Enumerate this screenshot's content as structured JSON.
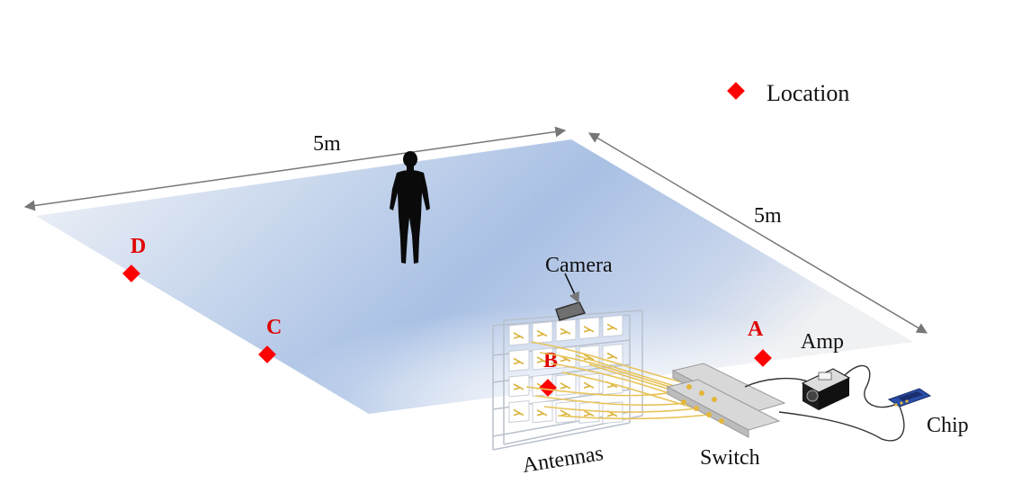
{
  "legend": {
    "label": "Location",
    "marker_color": "#ff0000"
  },
  "dimensions": {
    "width_label": "5m",
    "depth_label": "5m"
  },
  "locations": [
    {
      "id": "A",
      "label": "A"
    },
    {
      "id": "B",
      "label": "B"
    },
    {
      "id": "C",
      "label": "C"
    },
    {
      "id": "D",
      "label": "D"
    }
  ],
  "equipment": {
    "camera": "Camera",
    "antennas": "Antennas",
    "switch": "Switch",
    "amp": "Amp",
    "chip": "Chip"
  },
  "colors": {
    "floor_blue": "#9fb8e0",
    "floor_light": "#eef2f8",
    "arrow": "#777777",
    "cable": "#e8c35a",
    "marker": "#ff0000"
  }
}
